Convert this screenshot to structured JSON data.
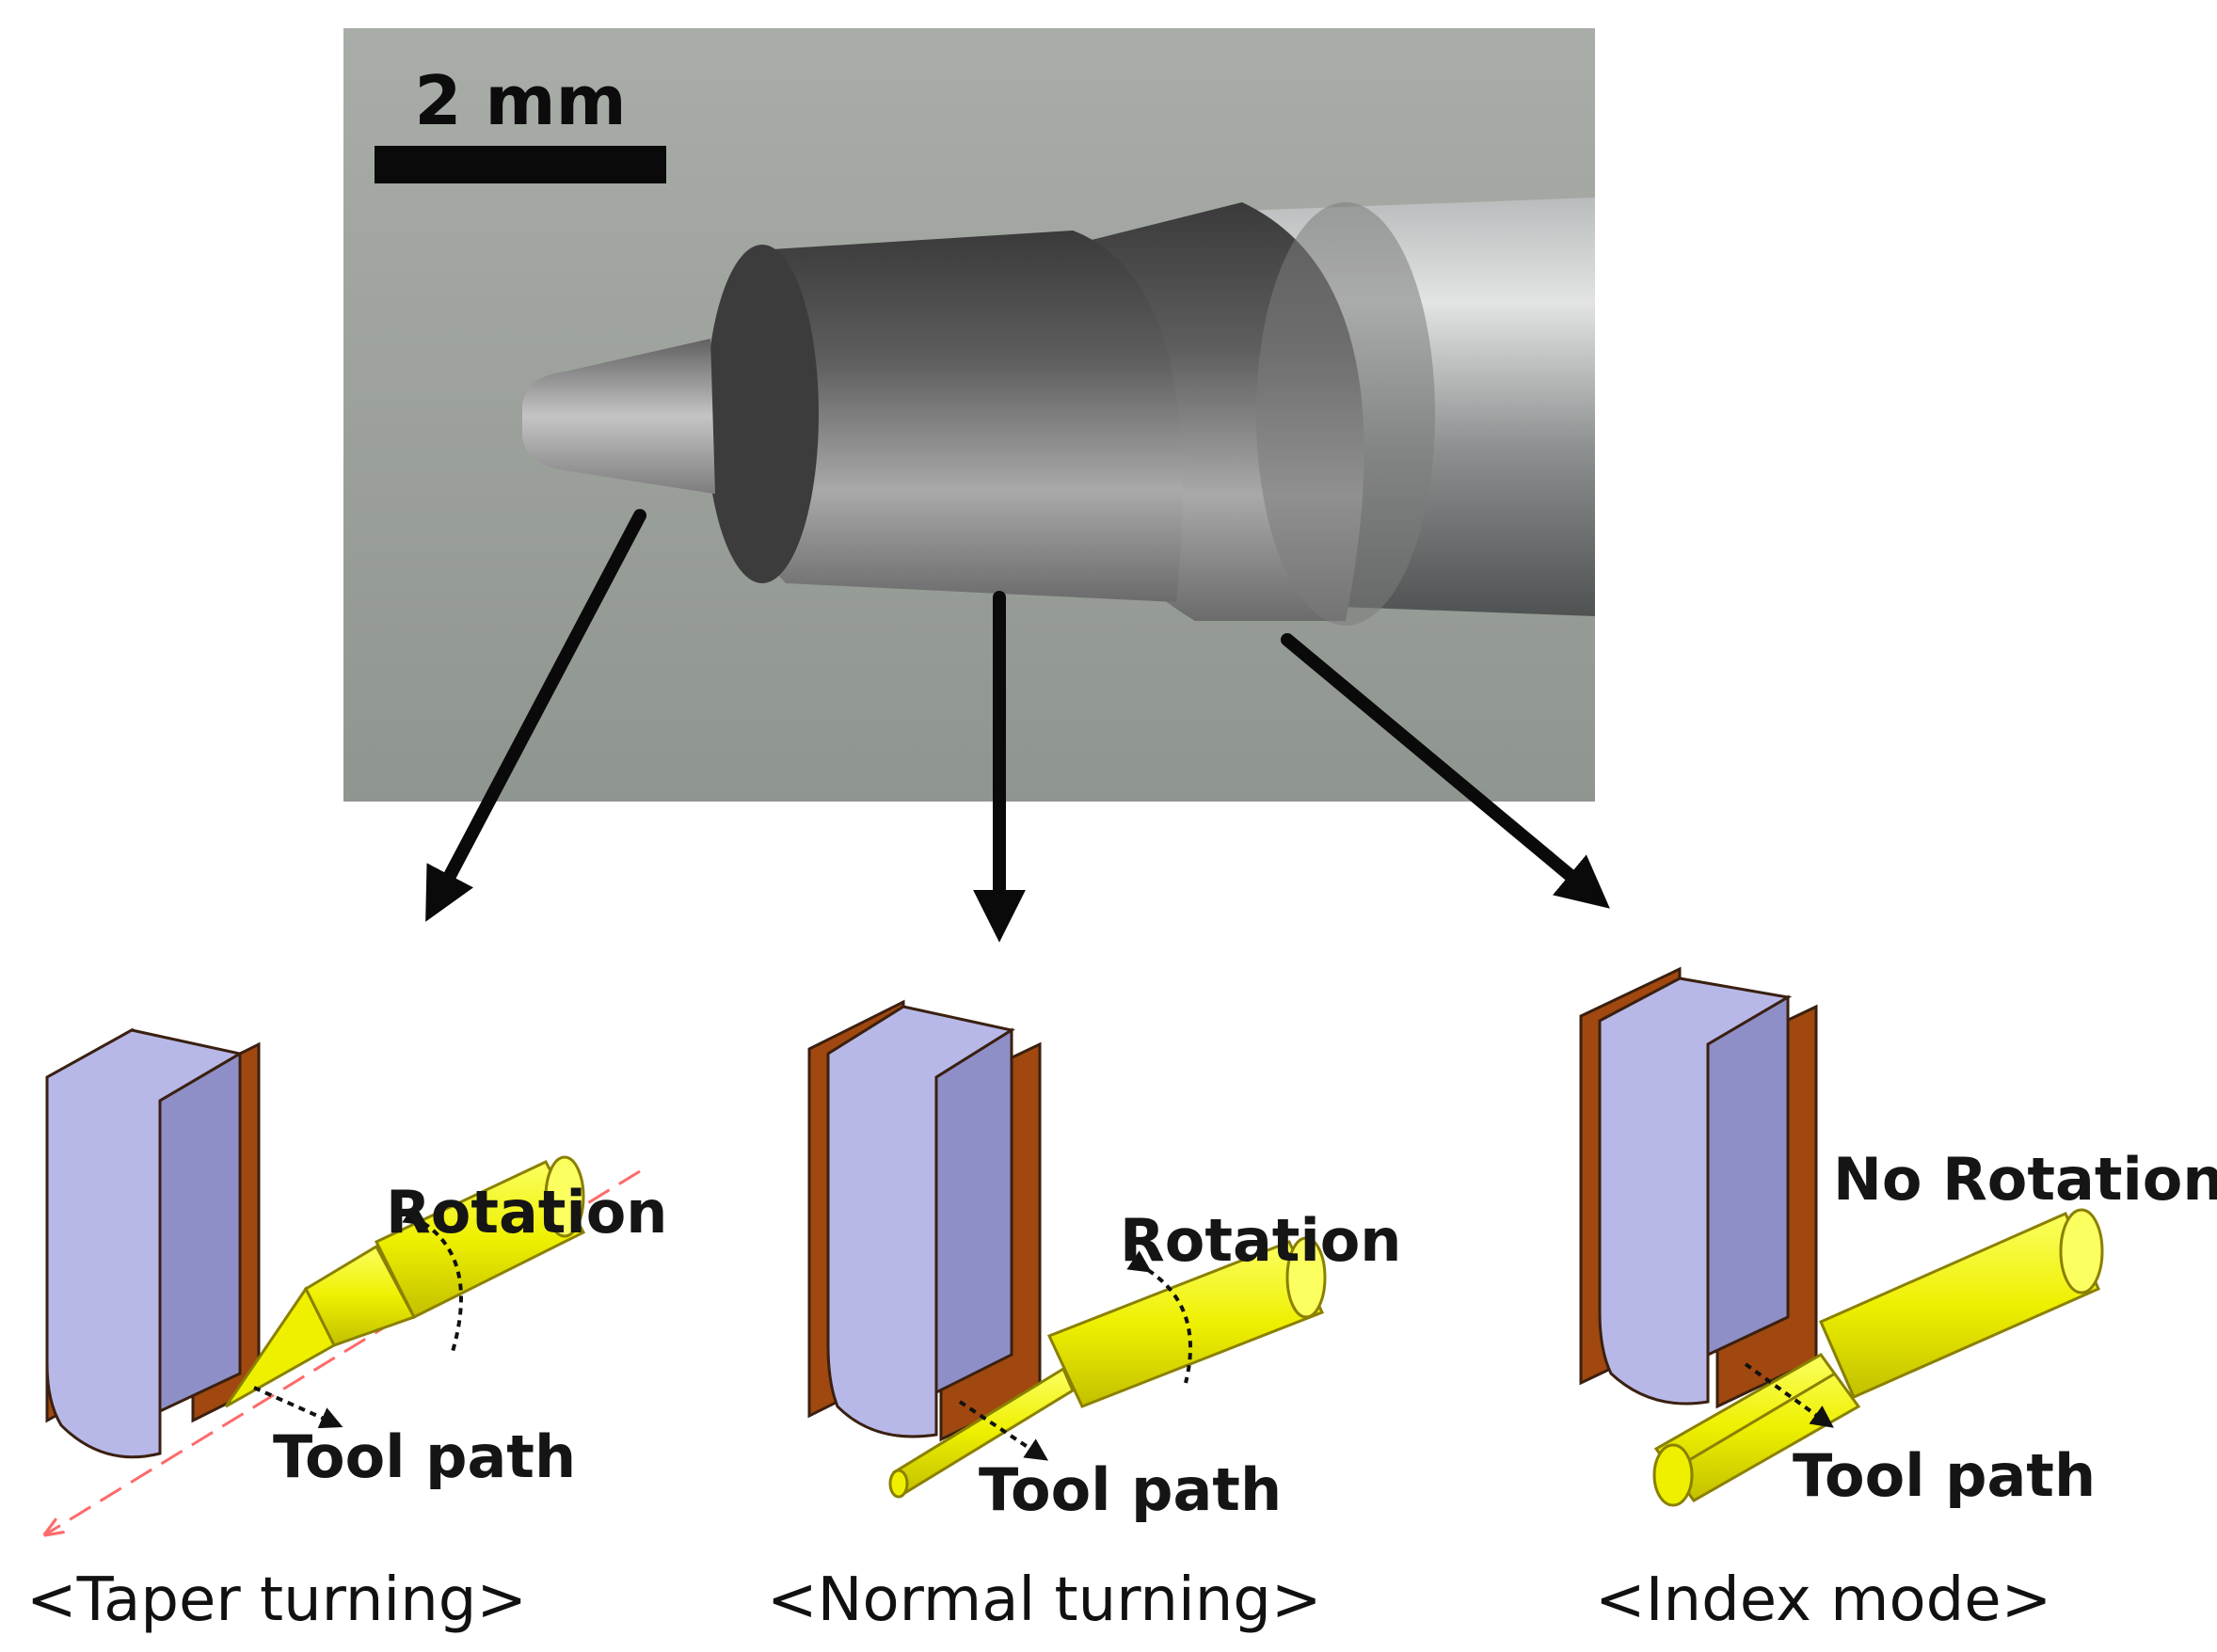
{
  "photo": {
    "scale_bar_label": "2 mm"
  },
  "panels": [
    {
      "id": "taper",
      "rotation_label": "Rotation",
      "tool_path_label": "Tool path",
      "caption": "<Taper turning>"
    },
    {
      "id": "normal",
      "rotation_label": "Rotation",
      "tool_path_label": "Tool path",
      "caption": "<Normal turning>"
    },
    {
      "id": "index",
      "rotation_label": "No Rotation",
      "tool_path_label": "Tool path",
      "caption": "<Index mode>"
    }
  ],
  "colors": {
    "tool_insert": "#b8b8e8",
    "tool_plate": "#a0480f",
    "workpiece": "#eef000",
    "arrow": "#0a0a0a",
    "photo_background": "#9aa09a",
    "guide_line": "#ff6a6a"
  }
}
